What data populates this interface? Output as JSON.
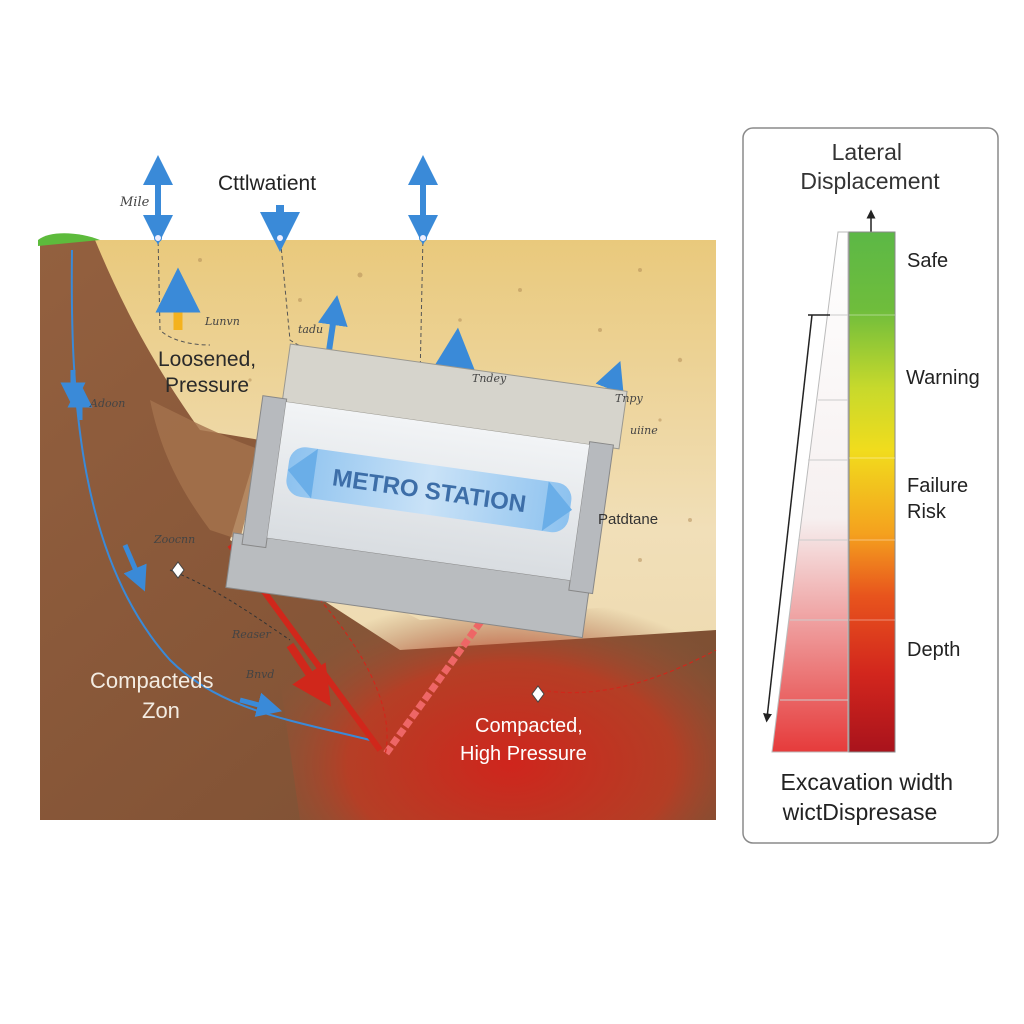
{
  "diagram": {
    "top_label": "Cttlwatient",
    "top_left_label": "Mile",
    "station_label": "METRO STATION",
    "side_label": "Patdtane",
    "zone_loosened": [
      "Loosened,",
      "Pressure"
    ],
    "zone_compacted_left": [
      "Compacteds",
      "Zon"
    ],
    "zone_compacted_right": [
      "Compacted,",
      "High Pressure"
    ],
    "small_labels": {
      "mid_left": "Zoocnn",
      "lower_left": "Reaser",
      "lower_mid": "Bnvd",
      "left_slope": "Adoon",
      "upper_mid": "Lunvn",
      "upper_mid2": "tadu",
      "upper_right": "Tndey",
      "upper_right2": "Tnpy",
      "right_mid": "uiine"
    }
  },
  "legend": {
    "title": [
      "Lateral",
      "Displacement"
    ],
    "levels": [
      {
        "label": [
          "Safe"
        ],
        "color": "#5fb845"
      },
      {
        "label": [
          "Warning"
        ],
        "color": "#d6dc2a"
      },
      {
        "label": [
          "Failure",
          "Risk"
        ],
        "color": "#f2b125"
      },
      {
        "label": [
          "Depth"
        ],
        "color": "#d8271f"
      }
    ],
    "footer": [
      "Excavation width",
      "wictDispresase"
    ]
  },
  "colors": {
    "soil_light": "#efd9a6",
    "soil_dark": "#8a5a3c",
    "high_pressure": "#d0271b",
    "arrow_blue": "#3a8ad8",
    "arrow_yellow": "#f4b21e"
  }
}
